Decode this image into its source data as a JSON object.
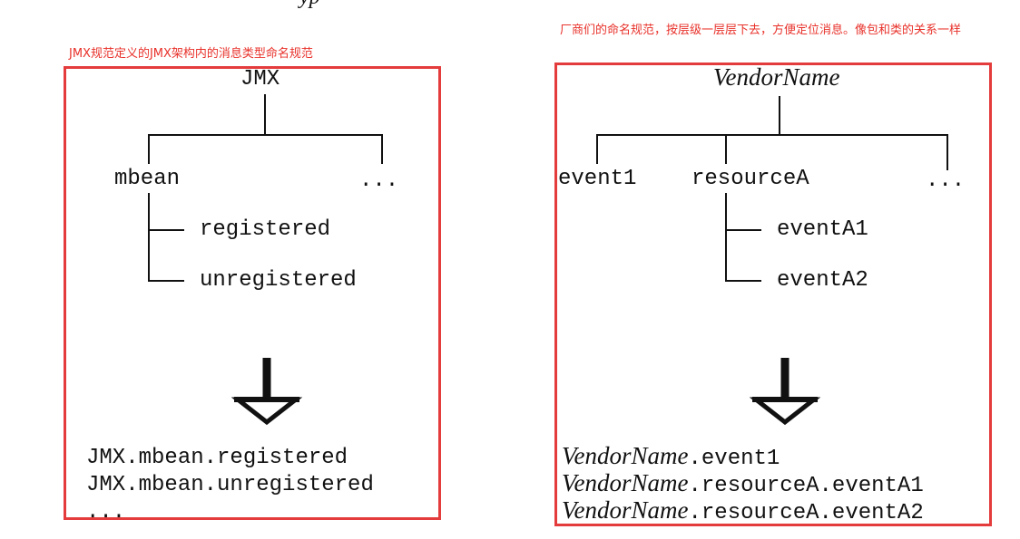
{
  "top_fragment": "yp",
  "left": {
    "note": "JMX规范定义的JMX架构内的消息类型命名规范",
    "root": "JMX",
    "children": [
      "mbean",
      "..."
    ],
    "leaves": [
      "registered",
      "unregistered"
    ],
    "results": [
      "JMX.mbean.registered",
      "JMX.mbean.unregistered",
      "..."
    ]
  },
  "right": {
    "note": "厂商们的命名规范，按层级一层层下去，方便定位消息。像包和类的关系一样",
    "root": "VendorName",
    "children": [
      "event1",
      "resourceA",
      "..."
    ],
    "leaves": [
      "eventA1",
      "eventA2"
    ],
    "results": [
      {
        "vendor": "VendorName",
        "rest": ".event1"
      },
      {
        "vendor": "VendorName",
        "rest": ".resourceA.eventA1"
      },
      {
        "vendor": "VendorName",
        "rest": ".resourceA.eventA2"
      }
    ]
  },
  "colors": {
    "frame": "#e43c3c",
    "note": "#e8312a",
    "ink": "#111111"
  }
}
